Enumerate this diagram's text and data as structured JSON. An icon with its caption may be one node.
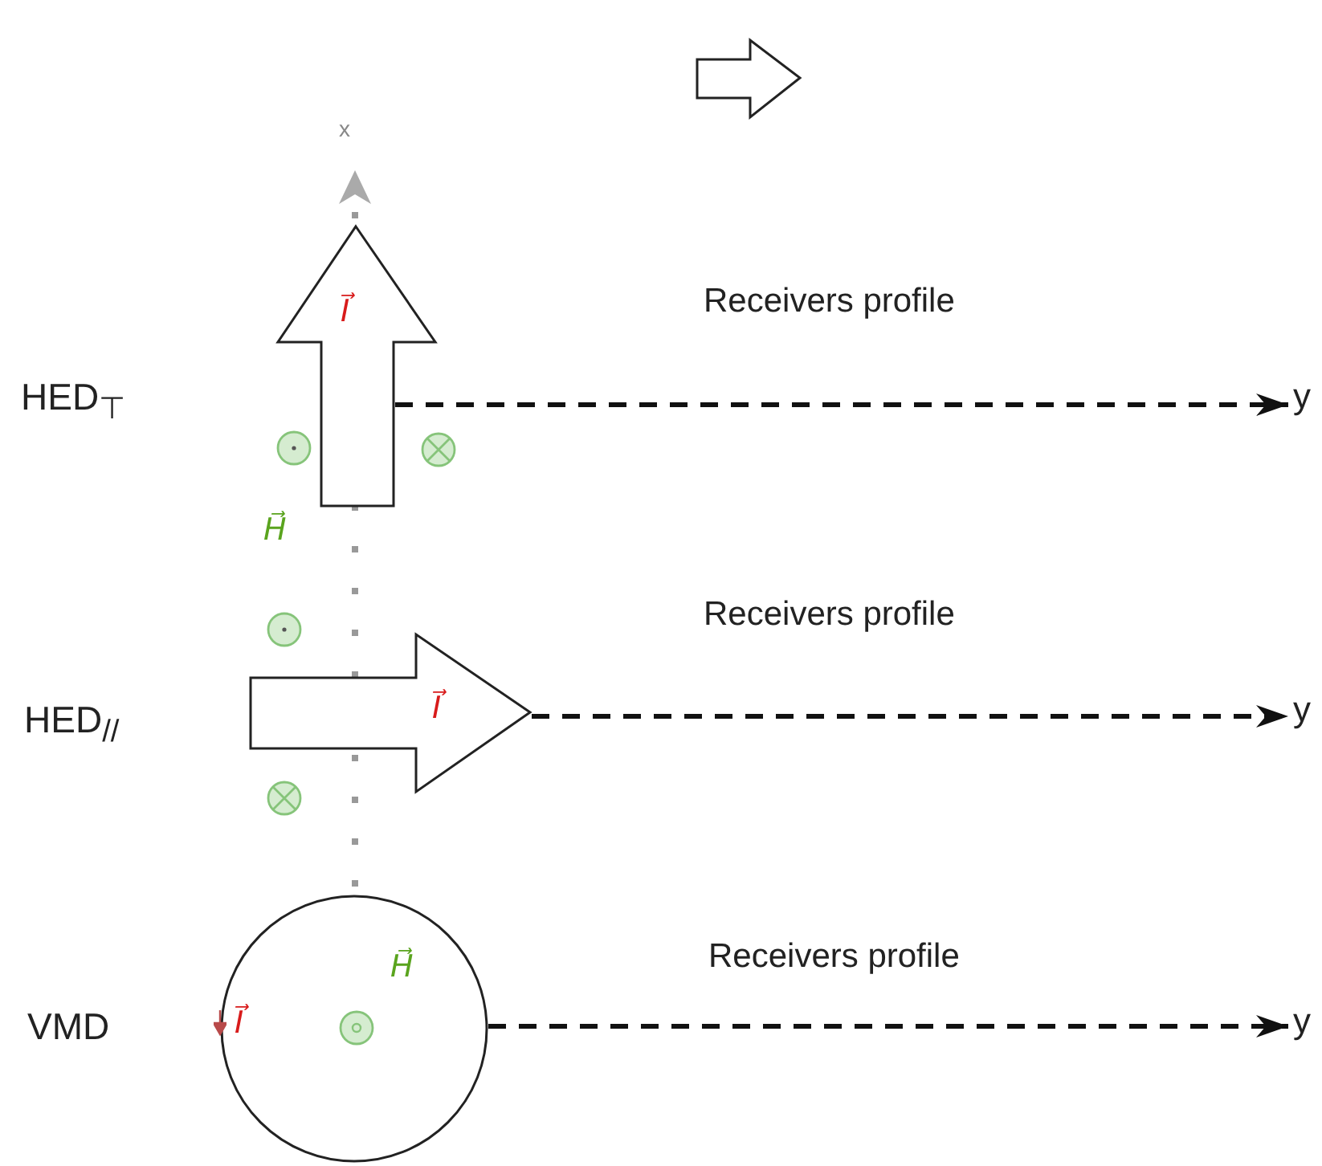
{
  "diagram": {
    "nodes": [
      {
        "text": [],
        "shape": "arrow"
      },
      {
        "text": [
          "I⃗"
        ]
      },
      {
        "text": [
          "y"
        ]
      },
      {
        "text": [
          "I⃗"
        ]
      },
      {
        "text": [
          "y"
        ]
      },
      {
        "text": [
          "H⃗",
          "I⃗"
        ]
      },
      {
        "text": [
          "y"
        ]
      }
    ],
    "edges": [
      {
        "from": 1,
        "to": 2,
        "arrow": "to",
        "style": "dashed"
      },
      {
        "from": 3,
        "to": 4,
        "arrow": "to",
        "style": "dashed"
      },
      {
        "from": 5,
        "to": 6,
        "arrow": "to",
        "style": "dashed"
      }
    ],
    "labels": [
      "x",
      "Receivers profile",
      "HED$_{⊤}$",
      "H⃗",
      "Receivers profile",
      "HED$_{//}$",
      "Receivers profile",
      "VMD"
    ]
  }
}
